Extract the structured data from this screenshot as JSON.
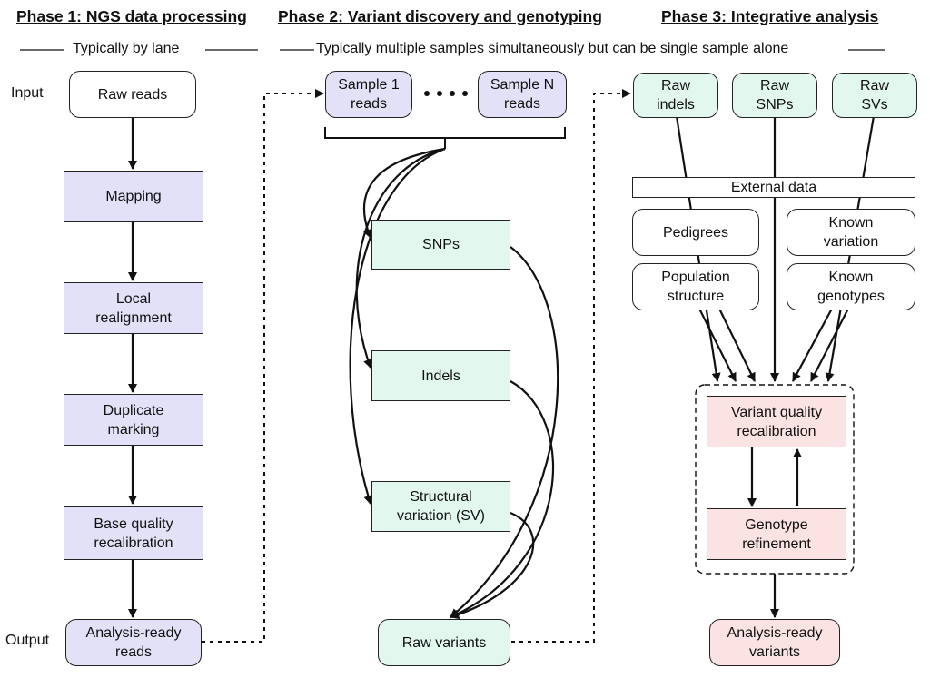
{
  "phases": {
    "phase1": {
      "title": "Phase 1: NGS data processing",
      "subtitle": "Typically by lane"
    },
    "phase2": {
      "title": "Phase 2: Variant discovery and genotyping",
      "subtitle": "Typically multiple samples simultaneously but can be single sample alone"
    },
    "phase3": {
      "title": "Phase 3: Integrative analysis"
    }
  },
  "side_labels": {
    "input": "Input",
    "output": "Output"
  },
  "phase1_boxes": {
    "raw_reads": "Raw reads",
    "mapping": "Mapping",
    "local_realignment": "Local\nrealignment",
    "duplicate_marking": "Duplicate\nmarking",
    "base_quality": "Base quality\nrecalibration",
    "analysis_ready_reads": "Analysis-ready\nreads"
  },
  "phase2_boxes": {
    "sample1": "Sample 1\nreads",
    "sampleN": "Sample N\nreads",
    "snps": "SNPs",
    "indels": "Indels",
    "sv": "Structural\nvariation (SV)",
    "raw_variants": "Raw variants"
  },
  "phase3_boxes": {
    "raw_indels": "Raw\nindels",
    "raw_snps": "Raw\nSNPs",
    "raw_svs": "Raw\nSVs",
    "external_data": "External data",
    "pedigrees": "Pedigrees",
    "known_variation": "Known\nvariation",
    "population_structure": "Population\nstructure",
    "known_genotypes": "Known\ngenotypes",
    "variant_quality": "Variant quality\nrecalibration",
    "genotype_refinement": "Genotype\nrefinement",
    "analysis_ready_variants": "Analysis-ready\nvariants"
  },
  "colors": {
    "phase1_fill": "#e2e1f8",
    "phase2_fill": "#e2f8ef",
    "phase3_refine_fill": "#fbe3e3",
    "line": "#111111"
  }
}
